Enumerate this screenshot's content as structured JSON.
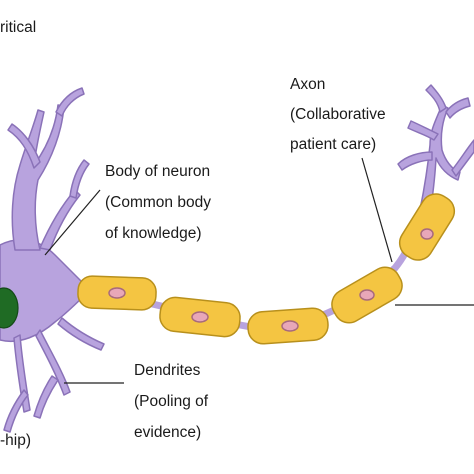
{
  "labels": {
    "top_left": "ritical",
    "body_title": "Body of neuron",
    "body_line2": "(Common body",
    "body_line3": "of knowledge)",
    "axon_title": "Axon",
    "axon_line2": "(Collaborative",
    "axon_line3": "patient care)",
    "dendrites_title": "Dendrites",
    "dendrites_line2": "(Pooling of",
    "dendrites_line3": "evidence)",
    "bottom_left": "-hip)"
  },
  "colors": {
    "neuron_body": "#b8a3de",
    "neuron_outline": "#8a72b8",
    "nucleus": "#1f6b24",
    "myelin": "#f4c542",
    "myelin_outline": "#b8901c",
    "myelin_nucleus": "#e8a7b8",
    "leader_line": "#222222"
  }
}
